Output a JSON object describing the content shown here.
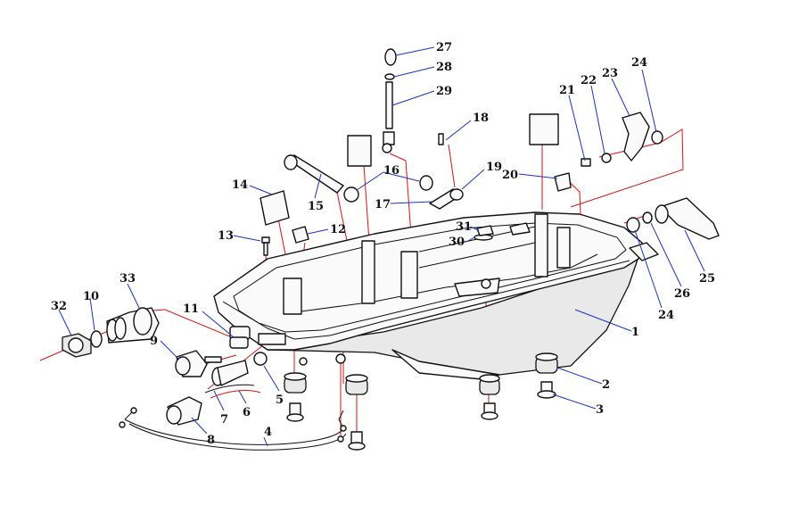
{
  "diagram": {
    "colors": {
      "callout_leader": "#1a32c8",
      "assembly_link": "#e01010",
      "ink": "#111111",
      "background": "#ffffff"
    },
    "callouts": [
      {
        "id": "c1",
        "text": "1"
      },
      {
        "id": "c2",
        "text": "2"
      },
      {
        "id": "c3",
        "text": "3"
      },
      {
        "id": "c4",
        "text": "4"
      },
      {
        "id": "c5",
        "text": "5"
      },
      {
        "id": "c6",
        "text": "6"
      },
      {
        "id": "c7",
        "text": "7"
      },
      {
        "id": "c8",
        "text": "8"
      },
      {
        "id": "c9",
        "text": "9"
      },
      {
        "id": "c10",
        "text": "10"
      },
      {
        "id": "c11",
        "text": "11"
      },
      {
        "id": "c12",
        "text": "12"
      },
      {
        "id": "c13",
        "text": "13"
      },
      {
        "id": "c14",
        "text": "14"
      },
      {
        "id": "c15",
        "text": "15"
      },
      {
        "id": "c16",
        "text": "16"
      },
      {
        "id": "c17",
        "text": "17"
      },
      {
        "id": "c18",
        "text": "18"
      },
      {
        "id": "c19",
        "text": "19"
      },
      {
        "id": "c20",
        "text": "20"
      },
      {
        "id": "c21",
        "text": "21"
      },
      {
        "id": "c22",
        "text": "22"
      },
      {
        "id": "c23",
        "text": "23"
      },
      {
        "id": "c24a",
        "text": "24"
      },
      {
        "id": "c24b",
        "text": "24"
      },
      {
        "id": "c25",
        "text": "25"
      },
      {
        "id": "c26",
        "text": "26"
      },
      {
        "id": "c27",
        "text": "27"
      },
      {
        "id": "c28",
        "text": "28"
      },
      {
        "id": "c29",
        "text": "29"
      },
      {
        "id": "c30",
        "text": "30"
      },
      {
        "id": "c31",
        "text": "31"
      },
      {
        "id": "c32",
        "text": "32"
      },
      {
        "id": "c33",
        "text": "33"
      }
    ]
  }
}
